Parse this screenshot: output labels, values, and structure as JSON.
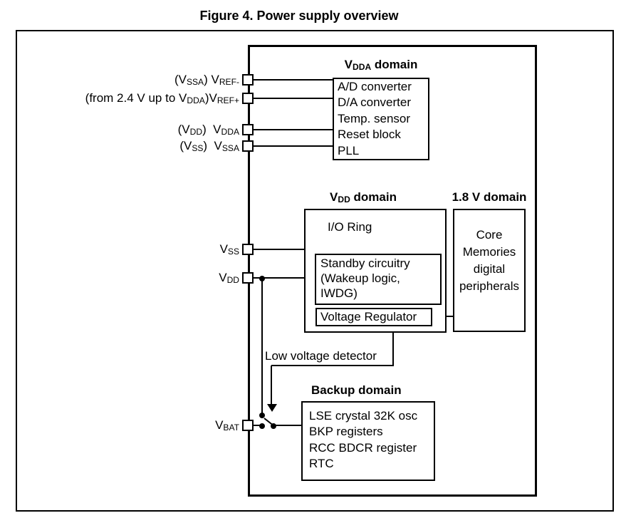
{
  "figure": {
    "title": "Figure 4. Power supply overview"
  },
  "pins": {
    "vref_minus": {
      "label": "(V_{SSA}) V_{REF-}"
    },
    "vref_plus": {
      "label": "(from 2.4 V up to V_{DDA})V_{REF+}"
    },
    "vdda": {
      "label": "(V_{DD})  V_{DDA}"
    },
    "vssa": {
      "label": "(V_{SS})  V_{SSA}"
    },
    "vss": {
      "label": "V_{SS}"
    },
    "vdd": {
      "label": "V_{DD}"
    },
    "vbat": {
      "label": "V_{BAT}"
    }
  },
  "domains": {
    "vdda": {
      "title": "V_{DDA} domain",
      "items": [
        "A/D converter",
        "D/A converter",
        "Temp. sensor",
        "Reset block",
        "PLL"
      ]
    },
    "vdd": {
      "title": "V_{DD} domain",
      "io_ring": "I/O Ring",
      "standby_lines": [
        "Standby circuitry",
        "(Wakeup logic,",
        "IWDG)"
      ],
      "regulator": "Voltage Regulator"
    },
    "v18": {
      "title": "1.8 V domain",
      "lines": [
        "Core",
        "Memories",
        "digital",
        "peripherals"
      ]
    },
    "backup": {
      "title": "Backup domain",
      "items": [
        "LSE crystal 32K osc",
        "BKP registers",
        "RCC BDCR register",
        "RTC"
      ]
    }
  },
  "labels": {
    "low_voltage_detector": "Low voltage detector"
  },
  "colors": {
    "line": "#000000",
    "background": "#ffffff",
    "text": "#000000"
  }
}
